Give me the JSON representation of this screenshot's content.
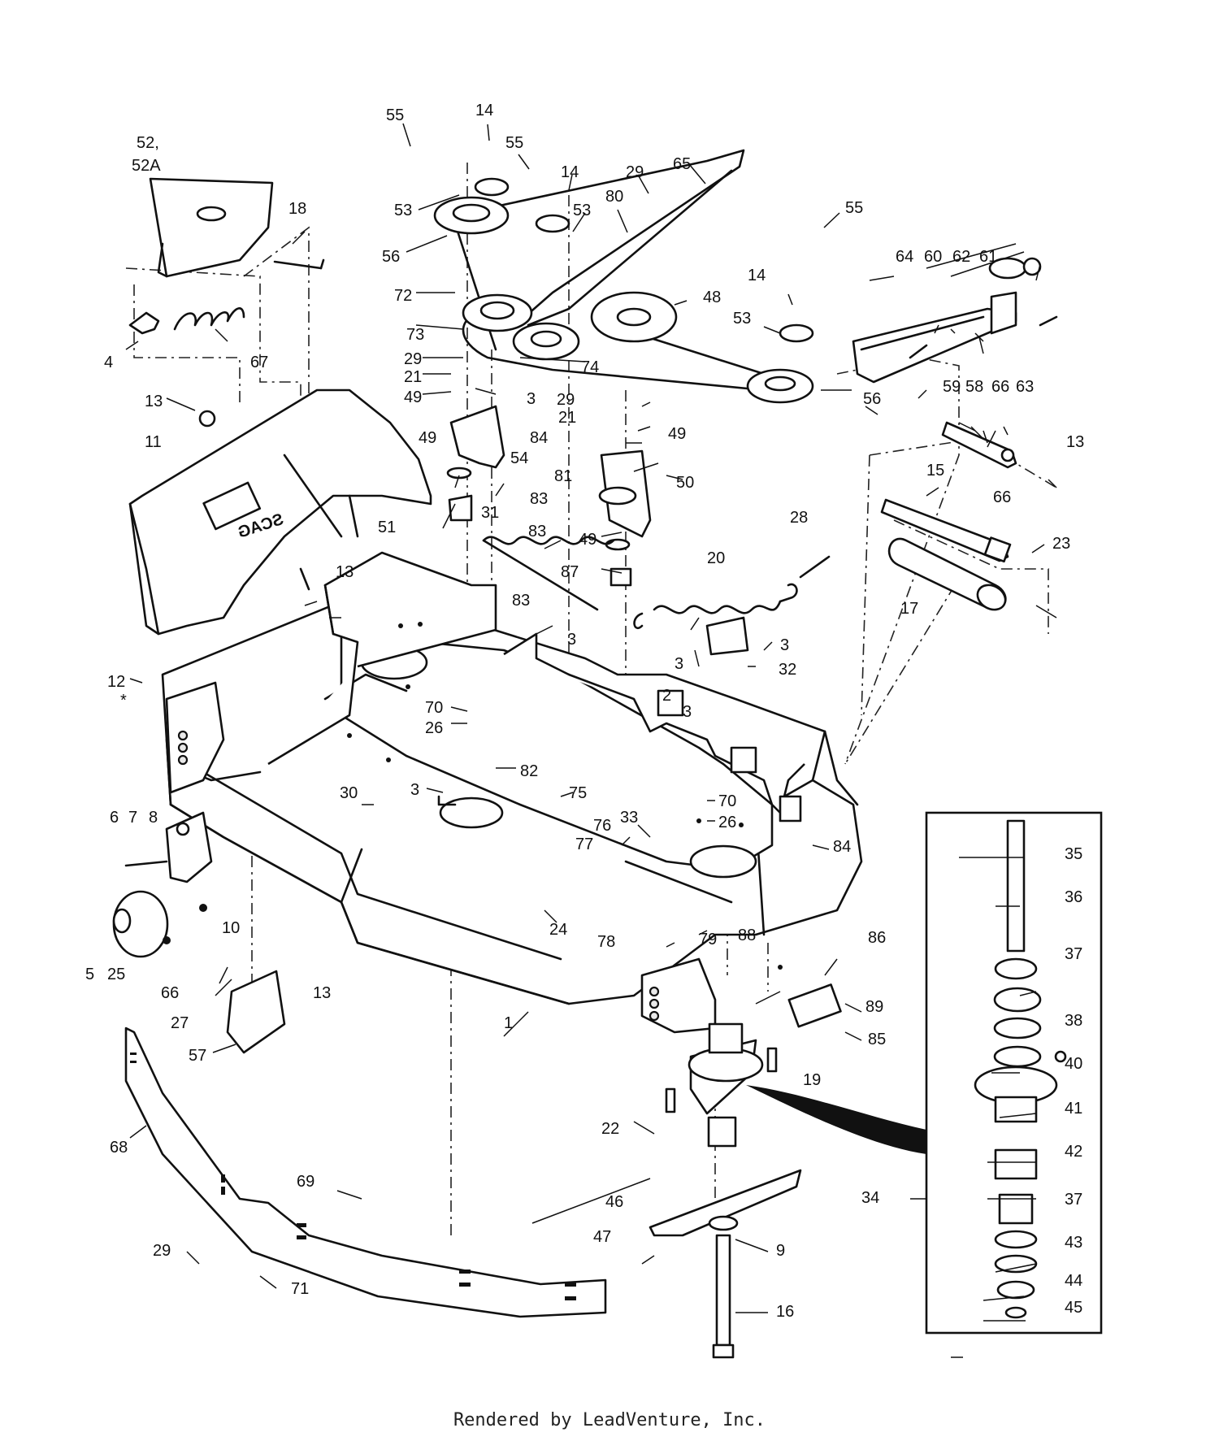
{
  "footer": "Rendered by LeadVenture, Inc.",
  "decal_text": "SCAG",
  "inset_ref": "34",
  "labels": [
    "55",
    "14",
    "52,",
    "52A",
    "55",
    "14",
    "29",
    "65",
    "53",
    "53",
    "80",
    "18",
    "56",
    "55",
    "64",
    "60",
    "62",
    "61",
    "72",
    "14",
    "48",
    "53",
    "4",
    "67",
    "73",
    "29",
    "74",
    "21",
    "59",
    "58",
    "66",
    "63",
    "49",
    "3",
    "56",
    "13",
    "29",
    "21",
    "49",
    "84",
    "13",
    "11",
    "54",
    "49",
    "50",
    "81",
    "83",
    "51",
    "31",
    "15",
    "66",
    "83",
    "28",
    "23",
    "49",
    "20",
    "87",
    "13",
    "83",
    "17",
    "3",
    "3",
    "12",
    "3",
    "32",
    "2",
    "3",
    "*",
    "70",
    "26",
    "82",
    "30",
    "3",
    "75",
    "70",
    "33",
    "26",
    "6",
    "7",
    "8",
    "76",
    "77",
    "84",
    "35",
    "24",
    "10",
    "79",
    "78",
    "5",
    "25",
    "88",
    "86",
    "36",
    "66",
    "13",
    "37",
    "1",
    "27",
    "89",
    "38",
    "85",
    "57",
    "40",
    "19",
    "41",
    "22",
    "68",
    "42",
    "46",
    "34",
    "69",
    "37",
    "47",
    "9",
    "43",
    "29",
    "71",
    "44",
    "16",
    "45"
  ]
}
